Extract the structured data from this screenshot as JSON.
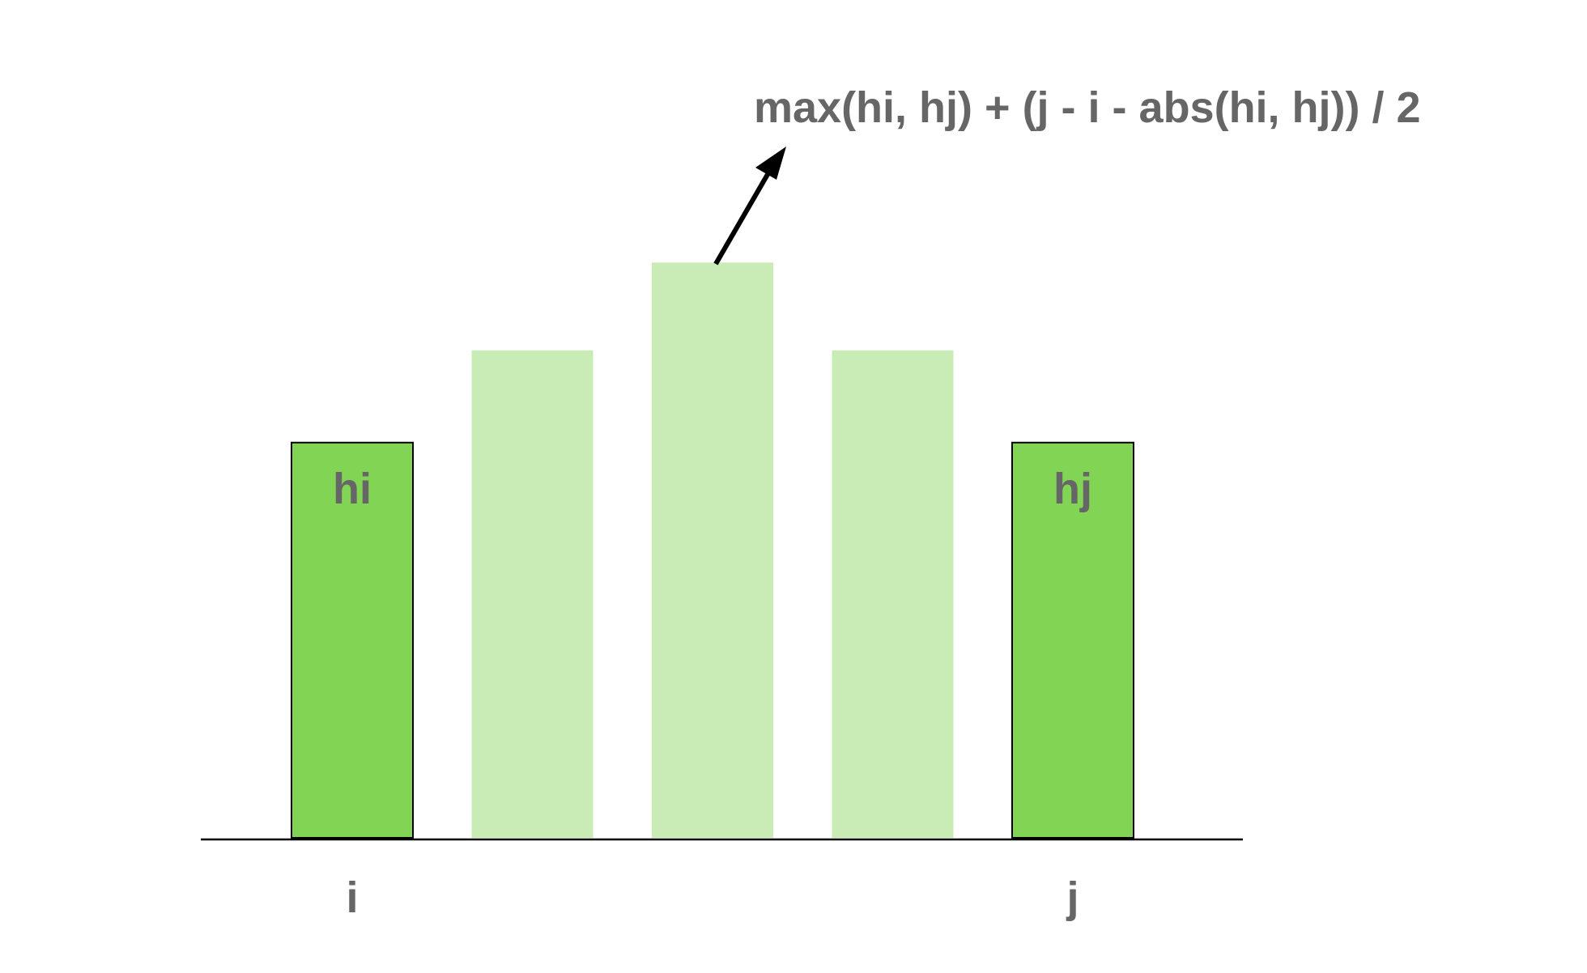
{
  "formula": "max(hi, hj) + (j - i - abs(hi, hj)) / 2",
  "bars": [
    {
      "id": "i",
      "bar_label": "hi",
      "axis_label": "i",
      "height": 4.5,
      "highlighted": true
    },
    {
      "id": "between-1",
      "bar_label": "",
      "axis_label": "",
      "height": 5.55,
      "highlighted": false
    },
    {
      "id": "peak",
      "bar_label": "",
      "axis_label": "",
      "height": 6.55,
      "highlighted": false
    },
    {
      "id": "between-2",
      "bar_label": "",
      "axis_label": "",
      "height": 5.55,
      "highlighted": false
    },
    {
      "id": "j",
      "bar_label": "hj",
      "axis_label": "j",
      "height": 4.5,
      "highlighted": true
    }
  ],
  "colors": {
    "highlighted_bar": "#82d455",
    "faded_bar": "#c9ebb5",
    "text": "#666666",
    "axis_and_arrow": "#000000",
    "background": "#ffffff"
  }
}
